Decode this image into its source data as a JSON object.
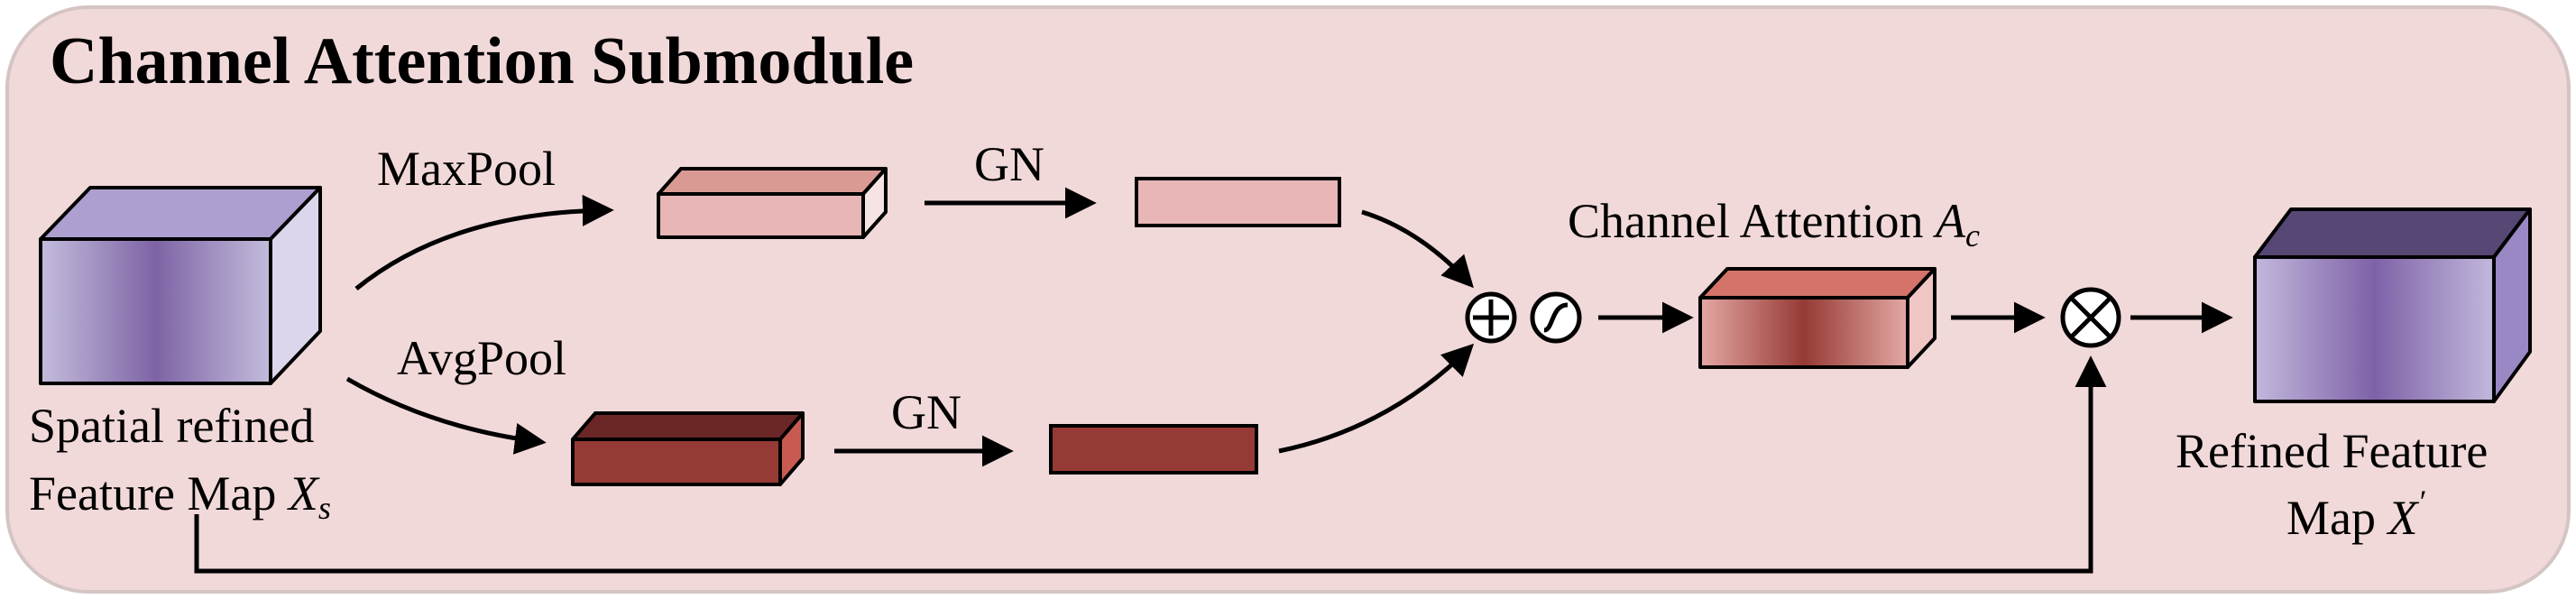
{
  "title": "Channel Attention Submodule",
  "colors": {
    "panel_fill": "#f2d9d9",
    "panel_stroke": "#d2c2c2",
    "purple_light": "#b9b0d4",
    "purple_mid": "#7d64a5",
    "purple_top": "#ad9fcf",
    "purple_side": "#dcd6ec",
    "purple_dark_top": "#574774",
    "purple_dark_side": "#9a88c4",
    "pink_light": "#e8b6b6",
    "pink_top": "#d99a94",
    "red_dark": "#963a35",
    "red_dark_top": "#6b2626",
    "red_side": "#c95a52",
    "attn_top": "#d3736a",
    "attn_side": "#f0c6c4"
  },
  "labels": {
    "input_line1": "Spatial refined",
    "input_line2": "Feature Map ",
    "input_var": "X",
    "input_sub": "s",
    "maxpool": "MaxPool",
    "avgpool": "AvgPool",
    "gn_top": "GN",
    "gn_bottom": "GN",
    "attention": "Channel Attention ",
    "attention_var": "A",
    "attention_sub": "c",
    "output_line1": "Refined Feature",
    "output_line2": "Map ",
    "output_var": "X",
    "output_prime": "′"
  },
  "icons": {
    "add": "circle-plus-icon",
    "sigmoid": "sigmoid-icon",
    "multiply": "circle-times-icon"
  }
}
